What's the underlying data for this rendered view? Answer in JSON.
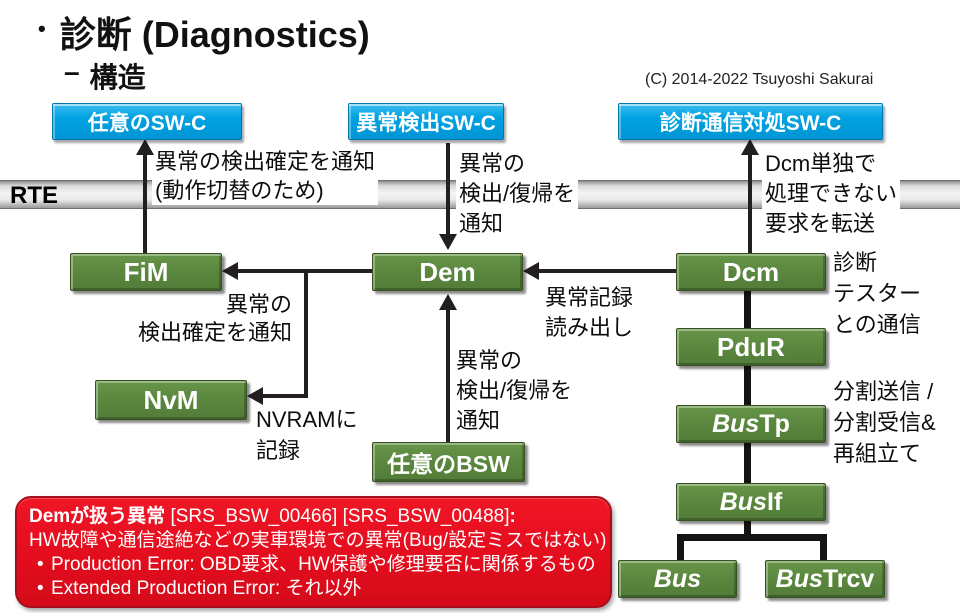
{
  "title": {
    "bullet": "•",
    "text": "診断 (Diagnostics)"
  },
  "subtitle": {
    "dash": "–",
    "text": "構造"
  },
  "copyright": "(C) 2014-2022 Tsuyoshi Sakurai",
  "rte": {
    "label": "RTE"
  },
  "colors": {
    "box_blue": "#00a2e1",
    "box_green": "#5a873e",
    "note_red": "#e30d1d",
    "arrow": "#231f20"
  },
  "boxes": {
    "swc_any": {
      "label": "任意のSW-C"
    },
    "swc_detect": {
      "label": "異常検出SW-C"
    },
    "swc_diag": {
      "label": "診断通信対処SW-C"
    },
    "fim": {
      "label": "FiM"
    },
    "dem": {
      "label": "Dem"
    },
    "dcm": {
      "label": "Dcm"
    },
    "nvm": {
      "label": "NvM"
    },
    "bsw_any": {
      "label": "任意のBSW"
    },
    "pdur": {
      "label": "PduR"
    },
    "bus_tp": {
      "italic": "Bus",
      "suffix": "Tp"
    },
    "bus_if": {
      "italic": "Bus",
      "suffix": "If"
    },
    "bus": {
      "italic": "Bus",
      "suffix": ""
    },
    "bus_trcv": {
      "italic": "Bus",
      "suffix": "Trcv"
    }
  },
  "labels": {
    "notify_detect_confirm": "異常の検出確定を通知\n(動作切替のため)",
    "notify_detect_recover_top": "異常の\n検出/復帰を\n通知",
    "dcm_forward": "Dcm単独で\n処理できない\n要求を転送",
    "notify_detect_confirm_fim": "異常の\n検出確定を通知",
    "error_record_read": "異常記録\n読み出し",
    "diag_tester_comm": "診断\nテスター\nとの通信",
    "nvram_record": "NVRAMに\n記録",
    "notify_detect_recover_bottom": "異常の\n検出/復帰を\n通知",
    "split_transfer": "分割送信 /\n分割受信&\n再組立て"
  },
  "note": {
    "title_bold": "Demが扱う異常",
    "title_refs": " [SRS_BSW_00466] [SRS_BSW_00488]",
    "title_colon": ":",
    "line2": "HW故障や通信途絶などの実車環境での異常(Bug/設定ミスではない)",
    "bullet": "•",
    "items": [
      "Production Error: OBD要求、HW保護や修理要否に関係するもの",
      "Extended Production Error: それ以外"
    ]
  }
}
